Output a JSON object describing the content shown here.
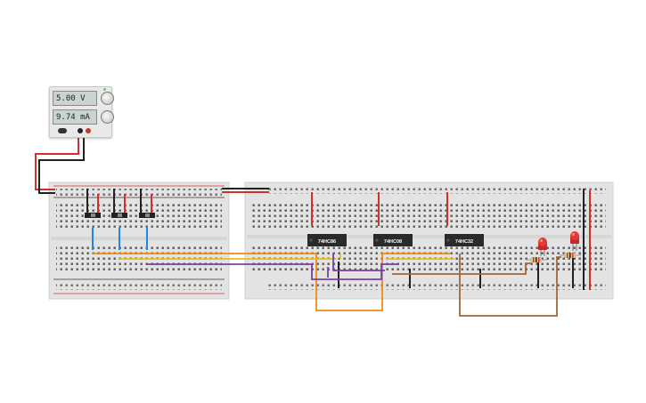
{
  "power_supply": {
    "voltage": "5.00 V",
    "current": "9.74 mA"
  },
  "chips": [
    {
      "label": "74HC86"
    },
    {
      "label": "74HC08"
    },
    {
      "label": "74HC32"
    }
  ],
  "colors": {
    "wire_red": "#d32f2f",
    "wire_black": "#222222",
    "wire_blue": "#1e88e5",
    "wire_orange": "#ef8a17",
    "wire_yellow": "#e8c017",
    "wire_purple": "#7b3fa0",
    "wire_brown": "#a0683a",
    "breadboard": "#e3e3e3",
    "chip": "#2a2a2a",
    "led": "#e53935"
  }
}
